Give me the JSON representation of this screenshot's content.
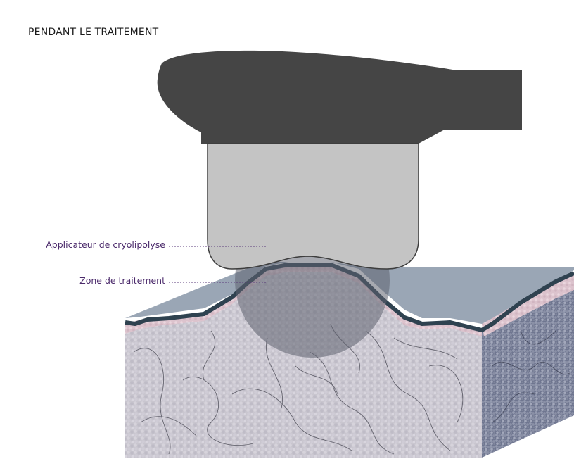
{
  "title": "PENDANT LE TRAITEMENT",
  "labels": {
    "applicator": "Applicateur de cryolipolyse",
    "zone": "Zone de traitement"
  },
  "colors": {
    "label_text": "#4b2a6b",
    "leader_line": "#5a3a7a",
    "handle": "#454545",
    "applicator_body": "#c4c4c4",
    "applicator_outline": "#3d3d3d",
    "skin_top": "#9aa6b5",
    "dark_skin_layer": "#2f4250",
    "pink_dermis": "#e6cfd8",
    "fat_front": "#c9c6cf",
    "fat_side": "#7e8599",
    "treatment_zone": "#5e6270"
  }
}
